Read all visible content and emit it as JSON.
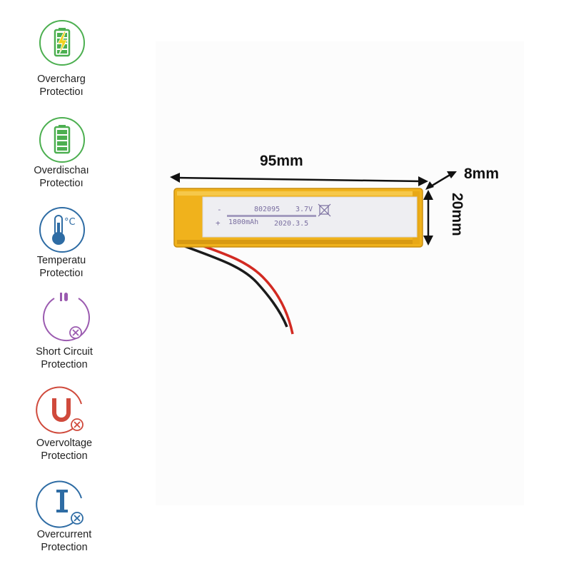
{
  "features": [
    {
      "id": "overcharge",
      "line1": "Overcharg",
      "line2": "Protectioı",
      "color": "#4caf50",
      "icon": "battery-charging-icon"
    },
    {
      "id": "overdischarge",
      "line1": "Overdischaı",
      "line2": "Protectioı",
      "color": "#4caf50",
      "icon": "battery-full-icon"
    },
    {
      "id": "temperature",
      "line1": "Temperatu",
      "line2": "Protectioı",
      "color": "#2e6ca4",
      "icon": "thermometer-icon"
    },
    {
      "id": "short-circuit",
      "line1": "Short Circuit",
      "line2": "Protection",
      "color": "#9b5bb0",
      "icon": "short-circuit-icon"
    },
    {
      "id": "overvoltage",
      "line1": "Overvoltage",
      "line2": "Protection",
      "color": "#d04a3c",
      "icon": "voltage-u-icon"
    },
    {
      "id": "overcurrent",
      "line1": "Overcurrent",
      "line2": "Protection",
      "color": "#2e6ca4",
      "icon": "current-i-icon"
    }
  ],
  "dimensions": {
    "length": "95mm",
    "thickness": "8mm",
    "width": "20mm"
  },
  "battery": {
    "model": "802095",
    "voltage": "3.7V",
    "capacity": "1800mAh",
    "date": "2020.3.5",
    "minus": "-",
    "plus": "+",
    "body_color": "#f2b61e",
    "label_color": "#eeeef2"
  }
}
